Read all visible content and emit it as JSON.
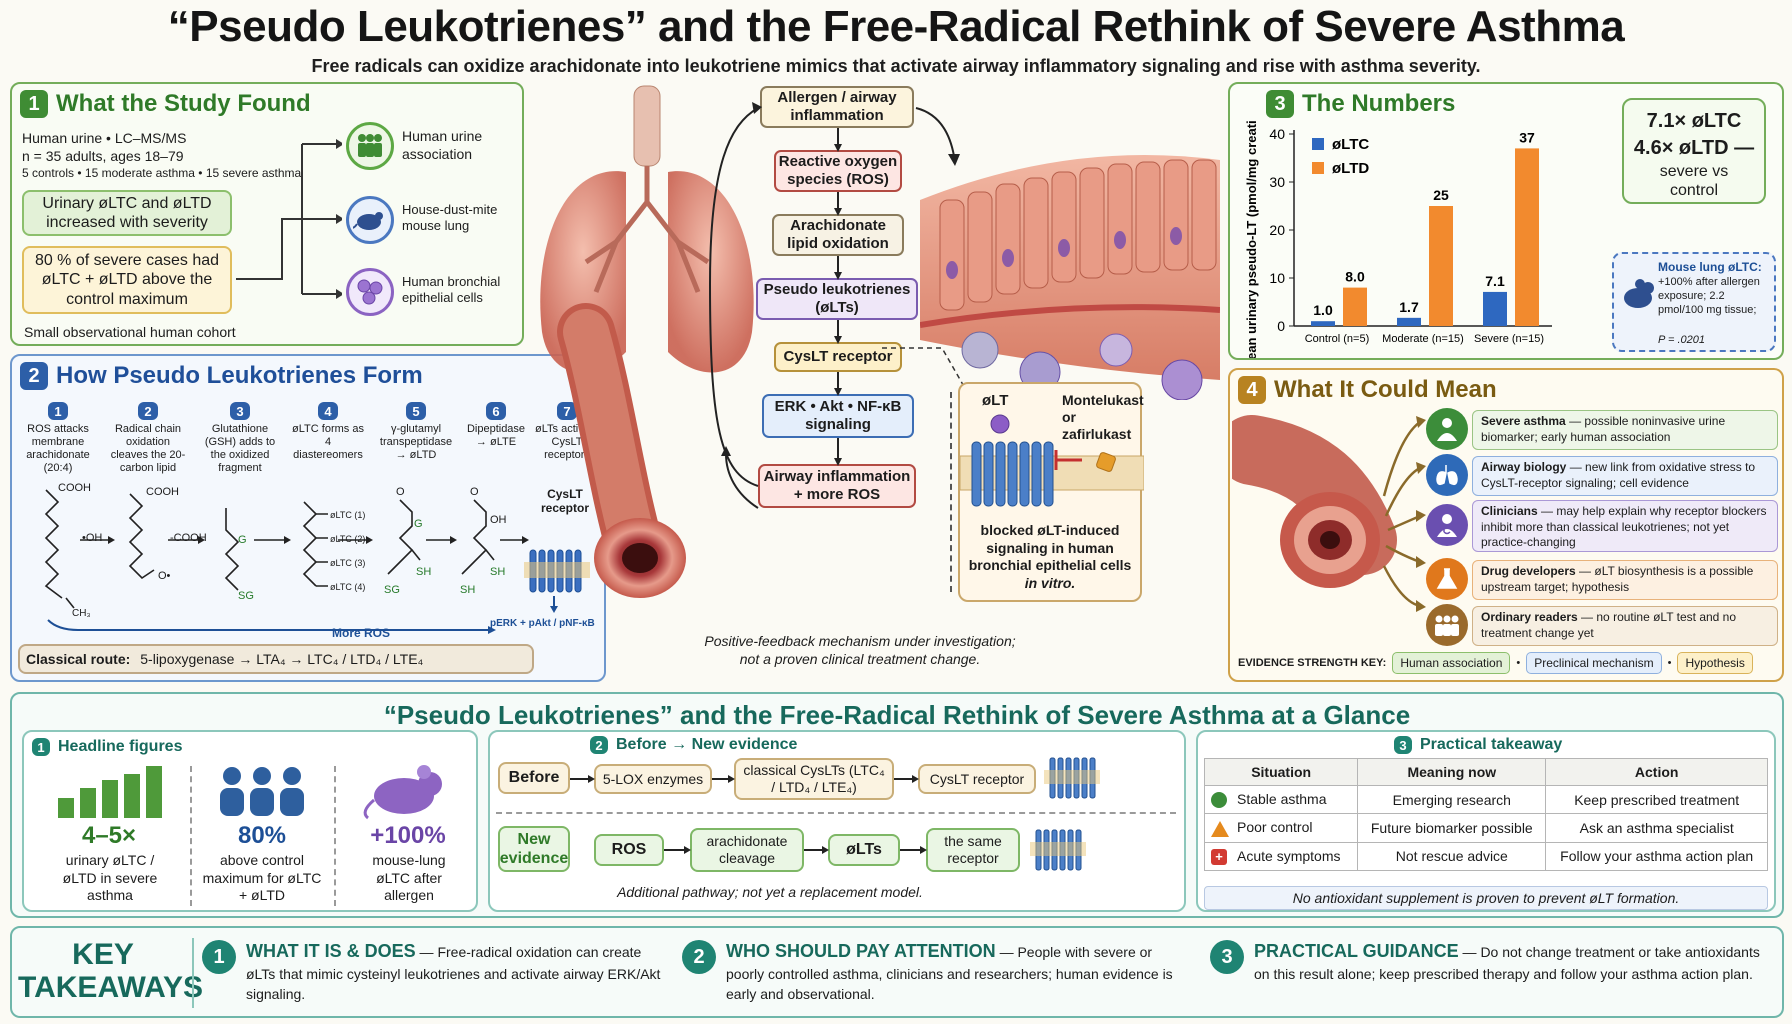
{
  "title": "“Pseudo Leukotrienes” and the Free-Radical Rethink of Severe Asthma",
  "subtitle": "Free radicals can oxidize arachidonate into leukotriene mimics that activate airway inflammatory signaling and rise with asthma severity.",
  "study": {
    "number": "1",
    "heading": "What the Study Found",
    "line1": "Human urine • LC–MS/MS",
    "line2": "n = 35 adults, ages 18–79",
    "line3": "5 controls • 15 moderate asthma • 15 severe asthma",
    "finding1": "Urinary øLTC and øLTD increased with severity",
    "finding2": "80 % of severe cases had øLTC + øLTD above the control maximum",
    "note": "Small observational human cohort",
    "assoc": [
      {
        "label": "Human urine association",
        "icon": "people-icon"
      },
      {
        "label": "House-dust-mite mouse lung",
        "icon": "mouse-icon"
      },
      {
        "label": "Human bronchial epithelial cells",
        "icon": "cells-icon"
      }
    ]
  },
  "formation": {
    "number": "2",
    "heading": "How Pseudo Leukotrienes Form",
    "steps": [
      {
        "n": "1",
        "text": "ROS attacks membrane arachidonate (20:4)"
      },
      {
        "n": "2",
        "text": "Radical chain oxidation cleaves the 20-carbon lipid"
      },
      {
        "n": "3",
        "text": "Glutathione (GSH) adds to the oxidized fragment"
      },
      {
        "n": "4",
        "text": "øLTC forms as 4 diastereomers"
      },
      {
        "n": "5",
        "text": "γ-glutamyl transpeptidase → øLTD"
      },
      {
        "n": "6",
        "text": "Dipeptidase → øLTE"
      },
      {
        "n": "7",
        "text": "øLTs activate CysLT receptors"
      }
    ],
    "chem": {
      "cooh1": "COOH",
      "oh": "•OH",
      "cooh2": "COOH",
      "ch3": "CH₃",
      "o": "O•",
      "cooh3": "-COOH",
      "g1": "G",
      "sg1": "SG",
      "o2": "O",
      "g2": "G",
      "sh1": "SH",
      "sg2": "SG",
      "o3": "O",
      "oh2": "OH",
      "sh2": "SH",
      "sh3": "SH",
      "ltc1": "øLTC (1)",
      "ltc2": "øLTC (2)",
      "ltc3": "øLTC (3)",
      "ltc4": "øLTC (4)",
      "receptor": "CysLT receptor",
      "pathway": "pERK + pAkt / pNF-κB",
      "more_ros": "More ROS"
    },
    "classical_label": "Classical route:",
    "classical_route": "5-lipoxygenase → LTA₄ → LTC₄ / LTD₄ / LTE₄"
  },
  "loop": {
    "boxes": [
      "Allergen / airway inflammation",
      "Reactive oxygen species (ROS)",
      "Arachidonate lipid oxidation",
      "Pseudo leukotrienes (øLTs)",
      "CysLT receptor",
      "ERK • Akt • NF-κB signaling",
      "Airway inflammation + more ROS"
    ],
    "caption": "Positive-feedback mechanism under investigation; not a proven clinical treatment change."
  },
  "blocker": {
    "lt": "øLT",
    "drugs": "Montelukast or zafirlukast",
    "caption_l1": "blocked øLT-induced",
    "caption_l2": "signaling in human",
    "caption_l3": "bronchial epithelial cells",
    "caption_l4": "in vitro."
  },
  "numbers": {
    "number": "3",
    "heading": "The Numbers",
    "ratio1": "7.1× øLTC",
    "ratio2": "4.6× øLTD —",
    "ratio3": "severe vs control",
    "mouse_title": "Mouse lung øLTC:",
    "mouse_text": "+100% after allergen exposure; 2.2 pmol/100 mg tissue;",
    "mouse_p": "P = .0201"
  },
  "chart_data": {
    "type": "bar",
    "categories": [
      "Control (n=5)",
      "Moderate (n=15)",
      "Severe (n=15)"
    ],
    "series": [
      {
        "name": "øLTC",
        "values": [
          1.0,
          1.7,
          7.1
        ],
        "color": "#2e68c0"
      },
      {
        "name": "øLTD",
        "values": [
          8.0,
          25,
          37
        ],
        "color": "#f28a2e"
      }
    ],
    "value_labels": [
      [
        "1.0",
        "1.7",
        "7.1"
      ],
      [
        "8.0",
        "25",
        "37"
      ]
    ],
    "ylabel": "Mean urinary pseudo-LT (pmol/mg creatinine)",
    "ylim": [
      0,
      40
    ],
    "yticks": [
      "0",
      "10",
      "20",
      "30",
      "40"
    ],
    "legend": "top-left"
  },
  "meaning": {
    "number": "4",
    "heading": "What It Could Mean",
    "items": [
      {
        "bold": "Severe asthma",
        "text": " — possible noninvasive urine biomarker; early human association",
        "color": "#3c8d3a",
        "bg": "#eef6e8",
        "icon": "person-icon"
      },
      {
        "bold": "Airway biology",
        "text": " — new link from oxidative stress to CysLT-receptor signaling; cell evidence",
        "color": "#2e6ab8",
        "bg": "#eaf1fb",
        "icon": "lungs-icon"
      },
      {
        "bold": "Clinicians",
        "text": " — may help explain why receptor blockers inhibit more than classical leukotrienes; not yet practice-changing",
        "color": "#6a4fb0",
        "bg": "#efeaf8",
        "icon": "doctor-icon"
      },
      {
        "bold": "Drug developers",
        "text": " — øLT biosynthesis is a possible upstream target; hypothesis",
        "color": "#e0781c",
        "bg": "#fdf0e1",
        "icon": "flask-icon"
      },
      {
        "bold": "Ordinary readers",
        "text": " — no routine øLT test and no treatment change yet",
        "color": "#9a6a2c",
        "bg": "#f7efe2",
        "icon": "group-icon"
      }
    ],
    "key_label": "EVIDENCE STRENGTH KEY:",
    "keys": [
      "Human association",
      "Preclinical mechanism",
      "Hypothesis"
    ]
  },
  "glance": {
    "title": "“Pseudo Leukotrienes” and the Free-Radical Rethink of Severe Asthma at a Glance",
    "headline": {
      "number": "1",
      "heading": "Headline figures",
      "fig1_big": "4–5×",
      "fig1_text": "urinary øLTC / øLTD in severe asthma",
      "fig2_big": "80%",
      "fig2_text": "above control maximum for øLTC + øLTD",
      "fig3_big": "+100%",
      "fig3_text": "mouse-lung øLTC after allergen"
    },
    "before_after": {
      "number": "2",
      "heading": "Before → New evidence",
      "before_label": "Before",
      "before_chain": [
        "5-LOX enzymes",
        "classical CysLTs (LTC₄ / LTD₄ / LTE₄)",
        "CysLT receptor"
      ],
      "new_label": "New evidence",
      "new_chain": [
        "ROS",
        "arachidonate cleavage",
        "øLTs",
        "the same receptor"
      ],
      "note": "Additional pathway; not yet a replacement model."
    },
    "takeaway": {
      "number": "3",
      "heading": "Practical takeaway",
      "headers": [
        "Situation",
        "Meaning now",
        "Action"
      ],
      "rows": [
        {
          "icon": "person-icon",
          "situation": "Stable asthma",
          "meaning": "Emerging research",
          "action": "Keep prescribed treatment"
        },
        {
          "icon": "warning-icon",
          "situation": "Poor control",
          "meaning": "Future biomarker possible",
          "action": "Ask an asthma specialist"
        },
        {
          "icon": "medical-cross-icon",
          "situation": "Acute symptoms",
          "meaning": "Not rescue advice",
          "action": "Follow your asthma action plan"
        }
      ],
      "footnote": "No antioxidant supplement is proven to prevent øLT formation."
    }
  },
  "key": {
    "label_l1": "KEY",
    "label_l2": "TAKEAWAYS",
    "items": [
      {
        "n": "1",
        "head": "WHAT IT IS & DOES",
        "text": " — Free-radical oxidation can create øLTs that mimic cysteinyl leukotrienes and activate airway ERK/Akt signaling."
      },
      {
        "n": "2",
        "head": "WHO SHOULD PAY ATTENTION",
        "text": " — People with severe or poorly controlled asthma, clinicians and researchers; human evidence is early and observational."
      },
      {
        "n": "3",
        "head": "PRACTICAL GUIDANCE",
        "text": " — Do not change treatment or take antioxidants on this result alone; keep prescribed therapy and follow your asthma action plan."
      }
    ]
  }
}
